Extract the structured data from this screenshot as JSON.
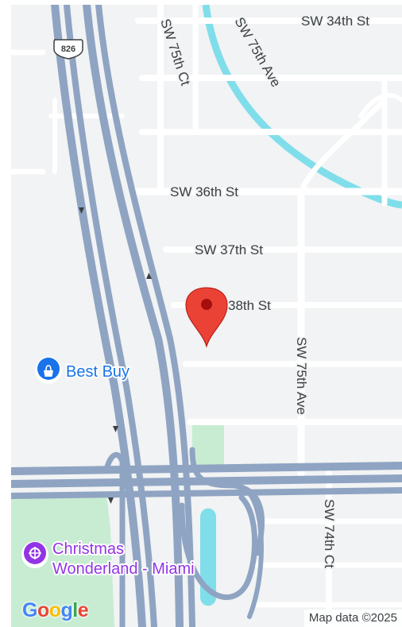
{
  "map": {
    "streets": {
      "sw_34th_st": "SW 34th St",
      "sw_75th_ct": "SW 75th Ct",
      "sw_75th_ave_curve": "SW 75th Ave",
      "sw_36th_st": "SW 36th St",
      "sw_37th_st": "SW 37th St",
      "sw_38th_st": "38th St",
      "sw_75th_ave": "SW 75th Ave",
      "sw_74th_ct": "SW 74th Ct"
    },
    "highway_shield": "826",
    "pois": [
      {
        "name": "Best Buy",
        "icon": "shopping-bag-icon",
        "color": "#1a73e8"
      },
      {
        "name": "Christmas Wonderland - Miami",
        "icon": "amusement-icon",
        "color": "#9334e6"
      }
    ],
    "marker": {
      "icon": "map-pin-icon",
      "color": "#ea4335"
    },
    "logo": {
      "letters": [
        "G",
        "o",
        "o",
        "g",
        "l",
        "e"
      ],
      "colors": [
        "#4285f4",
        "#ea4335",
        "#fbbc05",
        "#4285f4",
        "#34a853",
        "#ea4335"
      ]
    },
    "attribution": "Map data ©2025",
    "colors": {
      "background": "#f1f3f4",
      "highway": "#8fa4c2",
      "local_road": "#ffffff",
      "water": "#80deea",
      "park": "#c7ecd2"
    }
  }
}
